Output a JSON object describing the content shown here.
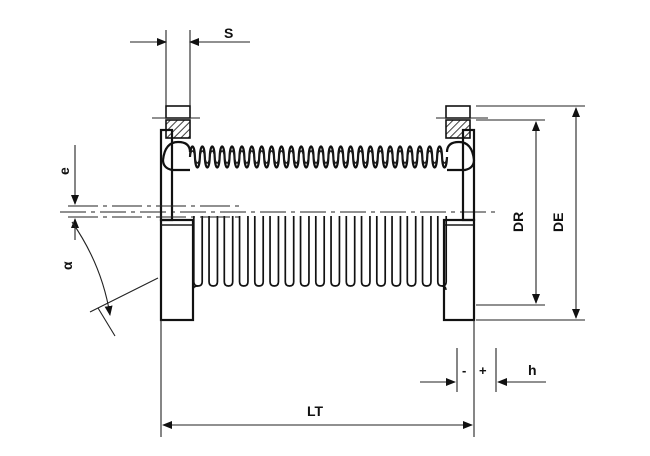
{
  "labels": {
    "s": "S",
    "e": "e",
    "alpha": "α",
    "dr": "DR",
    "de": "DE",
    "lt": "LT",
    "h": "h",
    "minus": "-",
    "plus": "+"
  },
  "colors": {
    "line": "#111111",
    "background": "#ffffff"
  }
}
